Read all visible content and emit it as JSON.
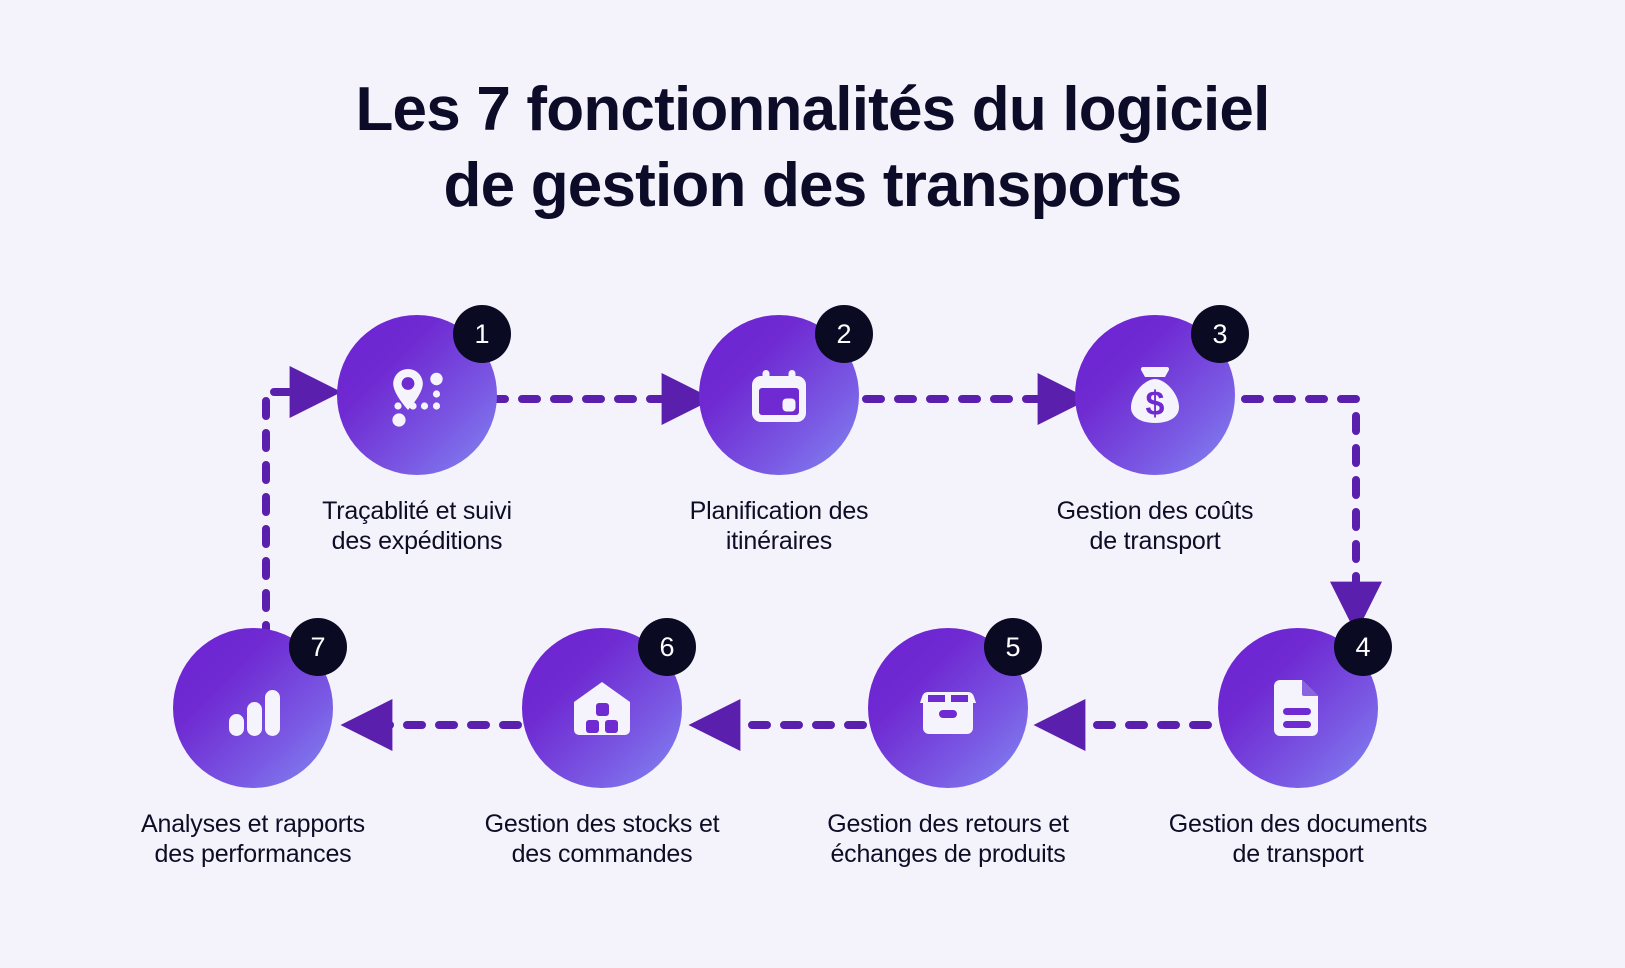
{
  "page": {
    "background_color": "#f4f2fb",
    "title_line1": "Les 7 fonctionnalités du logiciel",
    "title_line2": "de gestion des transports",
    "title_color": "#0c0c28"
  },
  "theme": {
    "gradient_start": "#6d23d1",
    "gradient_end": "#8189f2",
    "badge_color": "#0a0a22",
    "connector_color": "#5b1fae",
    "icon_color": "#f5f3fb"
  },
  "steps": [
    {
      "number": "1",
      "icon": "map-pin-route-icon",
      "label_line1": "Traçablité et suivi",
      "label_line2": "des expéditions"
    },
    {
      "number": "2",
      "icon": "calendar-icon",
      "label_line1": "Planification des",
      "label_line2": "itinéraires"
    },
    {
      "number": "3",
      "icon": "money-bag-icon",
      "label_line1": "Gestion des coûts",
      "label_line2": "de transport"
    },
    {
      "number": "4",
      "icon": "document-icon",
      "label_line1": "Gestion des documents",
      "label_line2": "de transport"
    },
    {
      "number": "5",
      "icon": "package-box-icon",
      "label_line1": "Gestion des retours et",
      "label_line2": "échanges de produits"
    },
    {
      "number": "6",
      "icon": "warehouse-icon",
      "label_line1": "Gestion des stocks et",
      "label_line2": "des commandes"
    },
    {
      "number": "7",
      "icon": "bar-chart-icon",
      "label_line1": "Analyses et rapports",
      "label_line2": "des performances"
    }
  ]
}
